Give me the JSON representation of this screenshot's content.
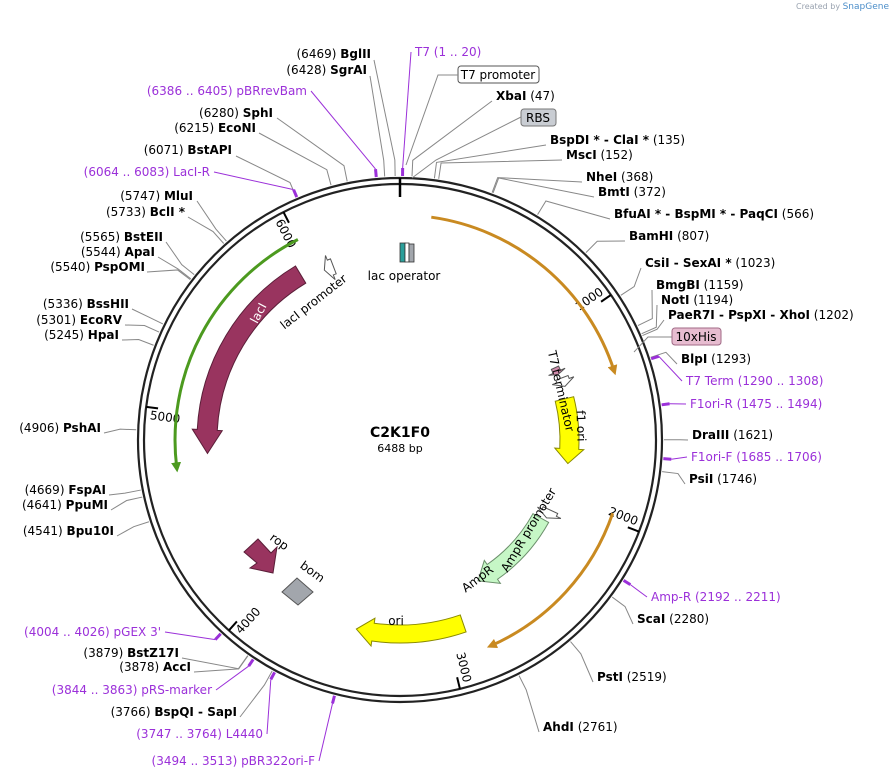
{
  "credit": {
    "prefix": "Created by",
    "brand": "SnapGene"
  },
  "plasmid": {
    "name": "C2K1F0",
    "length": "6488 bp",
    "bp": 6488
  },
  "ticks": [
    {
      "pos": 1000,
      "label": "1000"
    },
    {
      "pos": 2000,
      "label": "2000"
    },
    {
      "pos": 3000,
      "label": "3000"
    },
    {
      "pos": 4000,
      "label": "4000"
    },
    {
      "pos": 5000,
      "label": "5000"
    },
    {
      "pos": 6000,
      "label": "6000"
    }
  ],
  "sites": [
    {
      "id": "bglii",
      "name": "BglII",
      "pos": 6469,
      "pos_text": "(6469)"
    },
    {
      "id": "sgrai",
      "name": "SgrAI",
      "pos": 6428,
      "pos_text": "(6428)"
    },
    {
      "id": "sphi",
      "name": "SphI",
      "pos": 6280,
      "pos_text": "(6280)"
    },
    {
      "id": "econi",
      "name": "EcoNI",
      "pos": 6215,
      "pos_text": "(6215)"
    },
    {
      "id": "bstapi",
      "name": "BstAPI",
      "pos": 6071,
      "pos_text": "(6071)"
    },
    {
      "id": "mlui",
      "name": "MluI",
      "pos": 5747,
      "pos_text": "(5747)"
    },
    {
      "id": "bcli",
      "name": "BclI *",
      "pos": 5733,
      "pos_text": "(5733)"
    },
    {
      "id": "bsteii",
      "name": "BstEII",
      "pos": 5565,
      "pos_text": "(5565)"
    },
    {
      "id": "apai",
      "name": "ApaI",
      "pos": 5544,
      "pos_text": "(5544)"
    },
    {
      "id": "pspomi",
      "name": "PspOMI",
      "pos": 5540,
      "pos_text": "(5540)"
    },
    {
      "id": "bsshii",
      "name": "BssHII",
      "pos": 5336,
      "pos_text": "(5336)"
    },
    {
      "id": "ecorv",
      "name": "EcoRV",
      "pos": 5301,
      "pos_text": "(5301)"
    },
    {
      "id": "hpai",
      "name": "HpaI",
      "pos": 5245,
      "pos_text": "(5245)"
    },
    {
      "id": "pshai",
      "name": "PshAI",
      "pos": 4906,
      "pos_text": "(4906)"
    },
    {
      "id": "fspai",
      "name": "FspAI",
      "pos": 4669,
      "pos_text": "(4669)"
    },
    {
      "id": "ppumi",
      "name": "PpuMI",
      "pos": 4641,
      "pos_text": "(4641)"
    },
    {
      "id": "bpu10i",
      "name": "Bpu10I",
      "pos": 4541,
      "pos_text": "(4541)"
    },
    {
      "id": "bstz17i",
      "name": "BstZ17I",
      "pos": 3879,
      "pos_text": "(3879)"
    },
    {
      "id": "acci",
      "name": "AccI",
      "pos": 3878,
      "pos_text": "(3878)"
    },
    {
      "id": "bspqi",
      "name": "BspQI  -  SapI",
      "pos": 3766,
      "pos_text": "(3766)"
    },
    {
      "id": "xbai",
      "name": "XbaI",
      "pos": 47,
      "pos_text": "(47)"
    },
    {
      "id": "bspdi",
      "name": "BspDI *  -  ClaI *",
      "pos": 135,
      "pos_text": "(135)"
    },
    {
      "id": "msci",
      "name": "MscI",
      "pos": 152,
      "pos_text": "(152)"
    },
    {
      "id": "nhei",
      "name": "NheI",
      "pos": 368,
      "pos_text": "(368)"
    },
    {
      "id": "bmti",
      "name": "BmtI",
      "pos": 372,
      "pos_text": "(372)"
    },
    {
      "id": "bfuai",
      "name": "BfuAI *  -  BspMI *  -  PaqCI",
      "pos": 566,
      "pos_text": "(566)"
    },
    {
      "id": "bamhi",
      "name": "BamHI",
      "pos": 807,
      "pos_text": "(807)"
    },
    {
      "id": "csii",
      "name": "CsiI  -  SexAI *",
      "pos": 1023,
      "pos_text": "(1023)"
    },
    {
      "id": "bmgbi",
      "name": "BmgBI",
      "pos": 1159,
      "pos_text": "(1159)"
    },
    {
      "id": "noti",
      "name": "NotI",
      "pos": 1194,
      "pos_text": "(1194)"
    },
    {
      "id": "paer7i",
      "name": "PaeR7I  -  PspXI  -  XhoI",
      "pos": 1202,
      "pos_text": "(1202)"
    },
    {
      "id": "blpi",
      "name": "BlpI",
      "pos": 1293,
      "pos_text": "(1293)"
    },
    {
      "id": "draiii",
      "name": "DraIII",
      "pos": 1621,
      "pos_text": "(1621)"
    },
    {
      "id": "psii",
      "name": "PsiI",
      "pos": 1746,
      "pos_text": "(1746)"
    },
    {
      "id": "scai",
      "name": "ScaI",
      "pos": 2280,
      "pos_text": "(2280)"
    },
    {
      "id": "psti",
      "name": "PstI",
      "pos": 2519,
      "pos_text": "(2519)"
    },
    {
      "id": "ahdi",
      "name": "AhdI",
      "pos": 2761,
      "pos_text": "(2761)"
    }
  ],
  "primers": [
    {
      "id": "t7",
      "name": "T7",
      "pos": 10,
      "range": "(1 .. 20)"
    },
    {
      "id": "pbrrevbam",
      "name": "pBRrevBam",
      "pos": 6395,
      "range": "(6386 .. 6405)"
    },
    {
      "id": "laci-r",
      "name": "LacI-R",
      "pos": 6073,
      "range": "(6064 .. 6083)"
    },
    {
      "id": "t7-term",
      "name": "T7 Term",
      "pos": 1299,
      "range": "(1290 .. 1308)"
    },
    {
      "id": "f1ori-r",
      "name": "F1ori-R",
      "pos": 1484,
      "range": "(1475 .. 1494)"
    },
    {
      "id": "f1ori-f",
      "name": "F1ori-F",
      "pos": 1695,
      "range": "(1685 .. 1706)"
    },
    {
      "id": "amp-r",
      "name": "Amp-R",
      "pos": 2201,
      "range": "(2192 .. 2211)"
    },
    {
      "id": "pgex3",
      "name": "pGEX 3'",
      "pos": 4015,
      "range": "(4004 .. 4026)"
    },
    {
      "id": "prs-marker",
      "name": "pRS-marker",
      "pos": 3853,
      "range": "(3844 .. 3863)"
    },
    {
      "id": "l4440",
      "name": "L4440",
      "pos": 3755,
      "range": "(3747 .. 3764)"
    },
    {
      "id": "pbr322ori-f",
      "name": "pBR322ori-F",
      "pos": 3503,
      "range": "(3494 .. 3513)"
    }
  ],
  "boxed_features": [
    {
      "id": "t7-promoter",
      "label": "T7 promoter",
      "fill": "#ffffff"
    },
    {
      "id": "rbs",
      "label": "RBS",
      "fill": "#c9cdd3"
    },
    {
      "id": "10xhis",
      "label": "10xHis",
      "fill": "#e7bcd0"
    }
  ],
  "features": [
    {
      "id": "laci",
      "label": "lacI",
      "color": "#99345f"
    },
    {
      "id": "laci-promoter",
      "label": "lacI promoter",
      "color": "#ffffff"
    },
    {
      "id": "lac-operator",
      "label": "lac operator",
      "color": "#2b9f9a"
    },
    {
      "id": "t7-terminator",
      "label": "T7 terminator",
      "color": "#cf8aaa"
    },
    {
      "id": "f1-ori",
      "label": "f1 ori",
      "color": "#ffff00"
    },
    {
      "id": "ampr-promoter",
      "label": "AmpR promoter",
      "color": "#ffffff"
    },
    {
      "id": "ampr",
      "label": "AmpR",
      "color": "#c6f7c6"
    },
    {
      "id": "ori",
      "label": "ori",
      "color": "#ffff00"
    },
    {
      "id": "rop",
      "label": "rop",
      "color": "#99345f"
    },
    {
      "id": "bom",
      "label": "bom",
      "color": "#a2a6ac"
    }
  ],
  "colors": {
    "primer": "#9b30d9",
    "orf_gold": "#c98a21",
    "orf_green": "#4c9a1f"
  }
}
